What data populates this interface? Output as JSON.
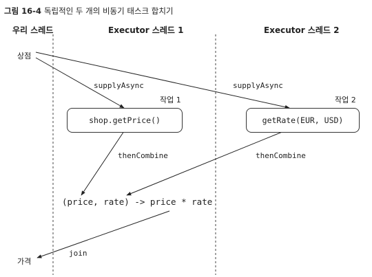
{
  "figure": {
    "number": "그림 16-4",
    "caption": "독립적인 두 개의 비동기 태스크 합치기"
  },
  "columns": {
    "our_thread": "우리 스레드",
    "executor_1": "Executor 스레드 1",
    "executor_2": "Executor 스레드 2"
  },
  "nodes": {
    "shop": "상점",
    "price_result": "가격",
    "task1_label": "작업 1",
    "task1_box": "shop.getPrice()",
    "task2_label": "작업 2",
    "task2_box": "getRate(EUR, USD)",
    "combine_expr": "(price, rate) -> price * rate"
  },
  "edges": {
    "supply_async_1": "supplyAsync",
    "supply_async_2": "supplyAsync",
    "then_combine_1": "thenCombine",
    "then_combine_2": "thenCombine",
    "join": "join"
  }
}
